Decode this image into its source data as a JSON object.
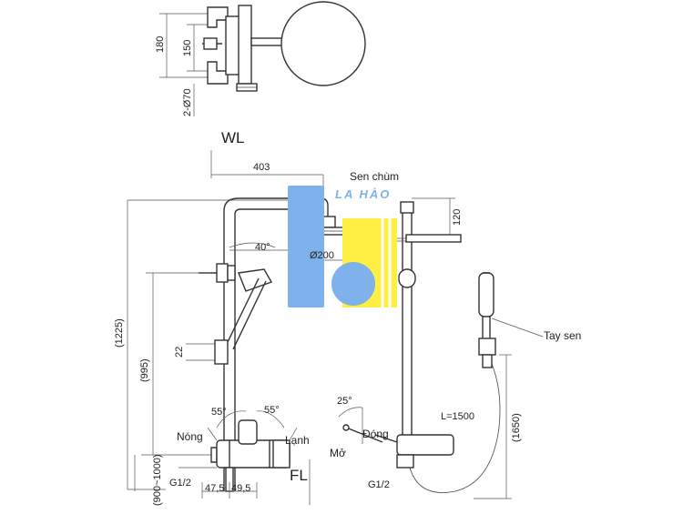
{
  "labels": {
    "wl": "WL",
    "fl": "FL",
    "sen_chum": "Sen chùm",
    "tay_sen": "Tay sen",
    "nong": "Nóng",
    "lanh": "Lạnh",
    "dong": "Đóng",
    "mo": "Mở"
  },
  "dimensions": {
    "d403": "403",
    "d120": "120",
    "d200": "Ø200",
    "a40": "40°",
    "d1225": "(1225)",
    "d995": "(995)",
    "d22": "22",
    "a55_left": "55°",
    "a55_right": "55°",
    "a25": "25°",
    "l1500": "L=1500",
    "d1650": "(1650)",
    "d900_1000": "(900~1000)",
    "g12_left": "G1/2",
    "g12_right": "G1/2",
    "d475": "47,5",
    "d495": "49,5",
    "d180": "180",
    "d150": "150",
    "d2_070": "2-Ø70"
  },
  "logo": {
    "text": "LA HÀO",
    "colors": {
      "blue": "#7fb2ea",
      "yellow": "#ffee44"
    }
  },
  "colors": {
    "line": "#333333"
  }
}
